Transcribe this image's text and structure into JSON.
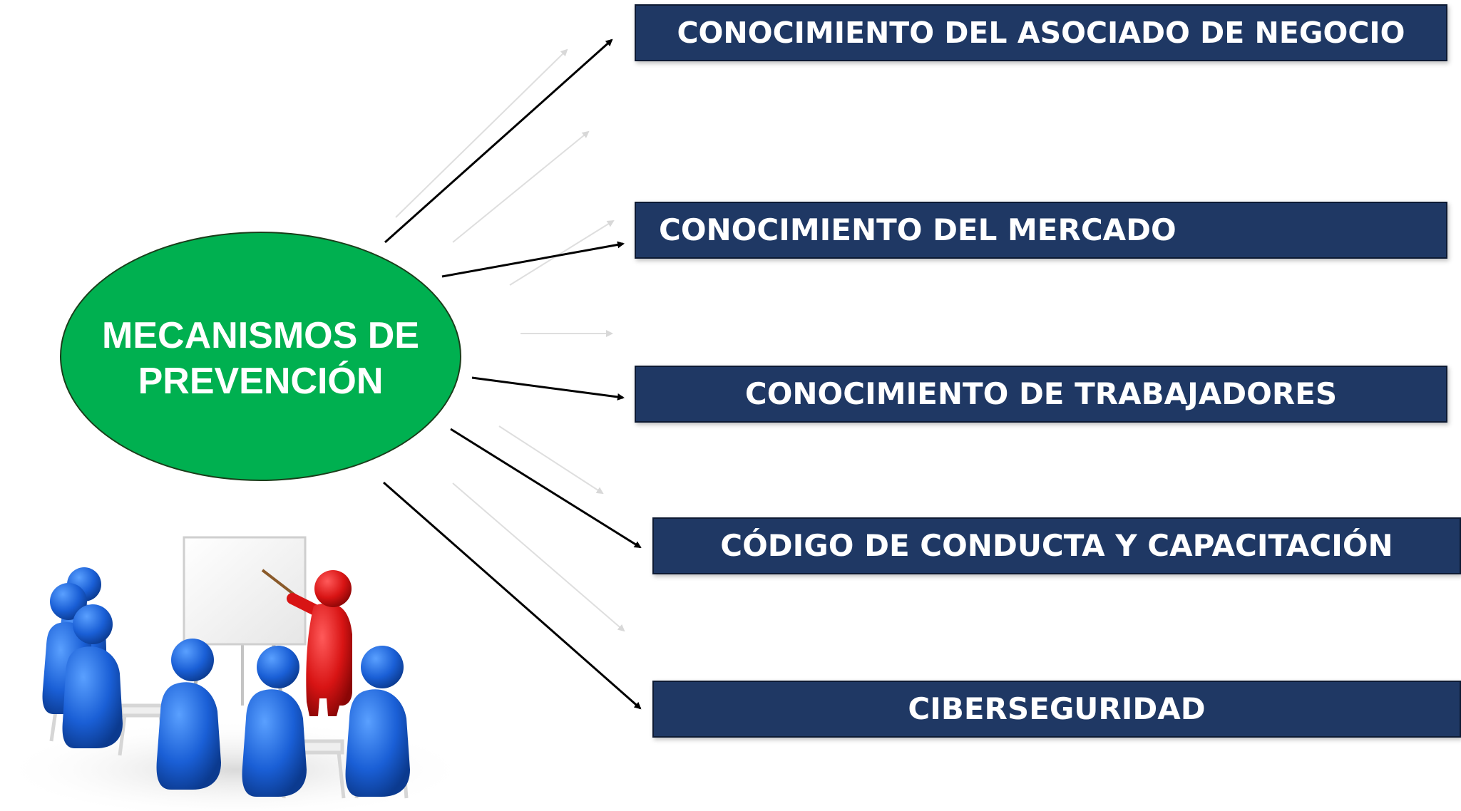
{
  "diagram": {
    "center": {
      "line1": "MECANISMOS DE",
      "line2": "PREVENCIÓN"
    },
    "items": [
      {
        "label": "CONOCIMIENTO DEL ASOCIADO DE NEGOCIO"
      },
      {
        "label": "CONOCIMIENTO DEL MERCADO"
      },
      {
        "label": "CONOCIMIENTO DE  TRABAJADORES"
      },
      {
        "label": "CÓDIGO DE CONDUCTA Y CAPACITACIÓN"
      },
      {
        "label": "CIBERSEGURIDAD"
      }
    ]
  },
  "colors": {
    "box_fill": "#1f3864",
    "center_fill": "#00b050",
    "box_text": "#ffffff",
    "arrow": "#000000",
    "presenter": "#cc1111",
    "audience": "#1a5fd6"
  },
  "illustration": {
    "icon": "classroom-presentation-icon"
  }
}
